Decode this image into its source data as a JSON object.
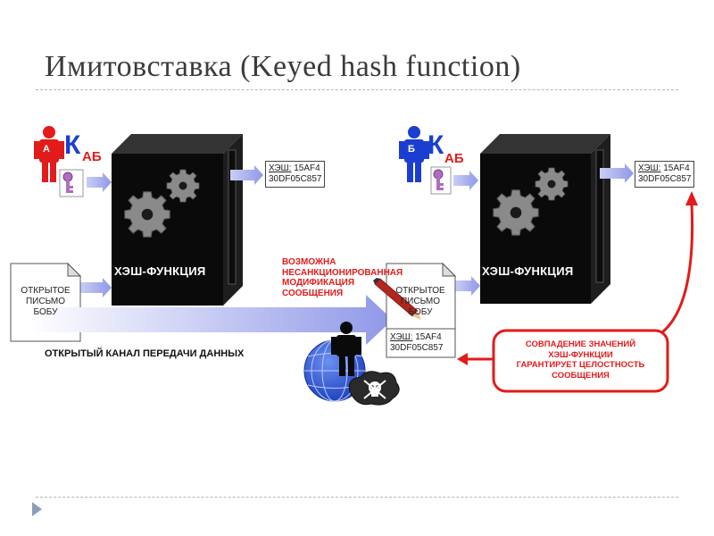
{
  "title": "Имитовставка (Keyed hash function)",
  "sender": {
    "person_letter": "А",
    "key_big": "К",
    "key_sub": "АБ",
    "machine_label": "ХЭШ-ФУНКЦИЯ",
    "hash_label": "ХЭШ:",
    "hash_value_1": "15AF4",
    "hash_value_2": "30DF05C857",
    "doc_lines": [
      "ОТКРЫТОЕ",
      "ПИСЬМО",
      "БОБУ"
    ]
  },
  "receiver": {
    "person_letter": "Б",
    "key_big": "К",
    "key_sub": "АБ",
    "machine_label": "ХЭШ-ФУНКЦИЯ",
    "hash_label": "ХЭШ:",
    "hash_value_1": "15AF4",
    "hash_value_2": "30DF05C857",
    "doc_lines": [
      "ОТКРЫТОЕ",
      "ПИСЬМО",
      "БОБУ"
    ],
    "doc_hash_label": "ХЭШ:",
    "doc_hash_value_1": "15AF4",
    "doc_hash_value_2": "30DF05C857"
  },
  "channel_label": "ОТКРЫТЫЙ КАНАЛ ПЕРЕДАЧИ ДАННЫХ",
  "warning_lines": [
    "ВОЗМОЖНА",
    "НЕСАНКЦИОНИРОВАННАЯ",
    "МОДИФИКАЦИЯ",
    "СООБЩЕНИЯ"
  ],
  "match_lines": [
    "СОВПАДЕНИЕ ЗНАЧЕНИЙ",
    "ХЭШ-ФУНКЦИИ",
    "ГАРАНТИРУЕТ ЦЕЛОСТНОСТЬ",
    "СООБЩЕНИЯ"
  ],
  "colors": {
    "sender": "#e21b1b",
    "receiver": "#1a3fd0",
    "red": "#e21b1b",
    "arrow": "#a8b1ee",
    "machine": "#0a0a0a"
  },
  "icons": [
    "person-icon",
    "key-icon",
    "gear-icon",
    "document-icon",
    "globe-icon",
    "skull-icon",
    "pencil-icon",
    "hacker-icon"
  ]
}
